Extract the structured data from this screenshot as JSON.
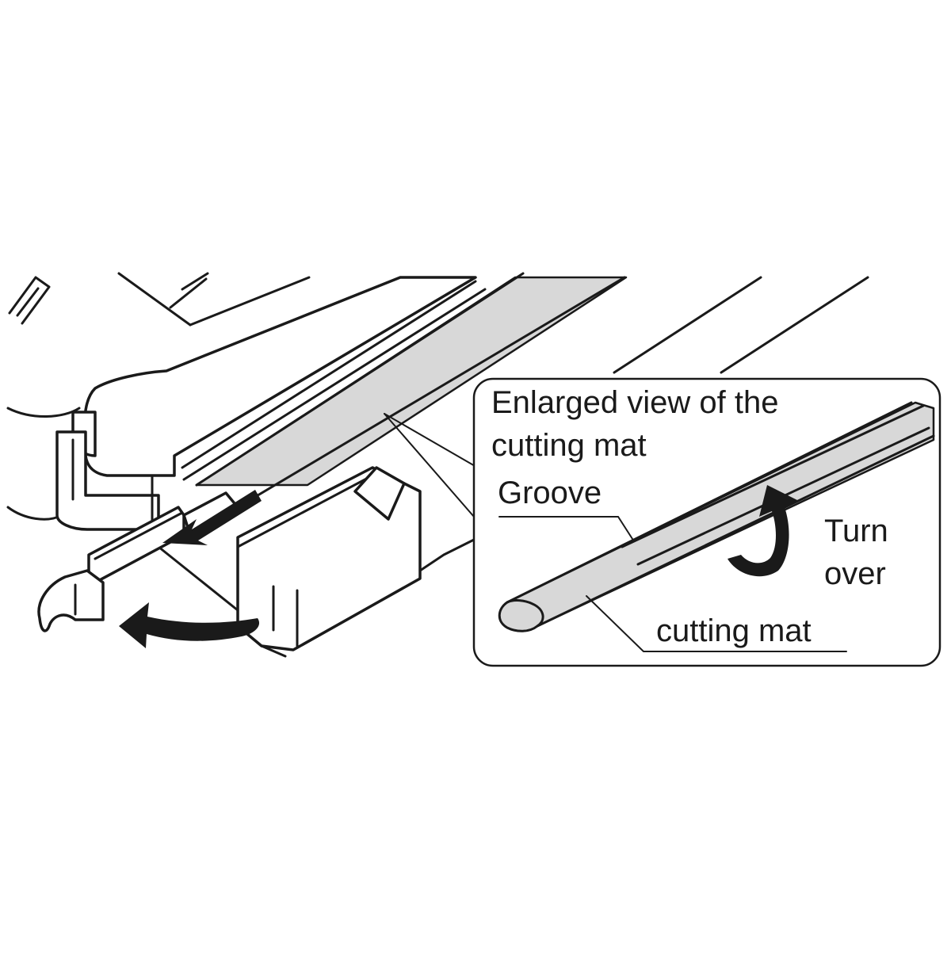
{
  "callout": {
    "title_line1": "Enlarged view of the",
    "title_line2": "cutting mat",
    "groove_label": "Groove",
    "turn_label_line1": "Turn",
    "turn_label_line2": "over",
    "mat_label": "cutting mat"
  },
  "colors": {
    "ink": "#1a1a1a",
    "mat_fill": "#d8d8d8",
    "background": "#ffffff"
  },
  "icons": {
    "pull_arrow": "arrow-left-icon",
    "swing_arrow": "curved-arrow-left-icon",
    "turn_arrow": "rotate-icon"
  }
}
